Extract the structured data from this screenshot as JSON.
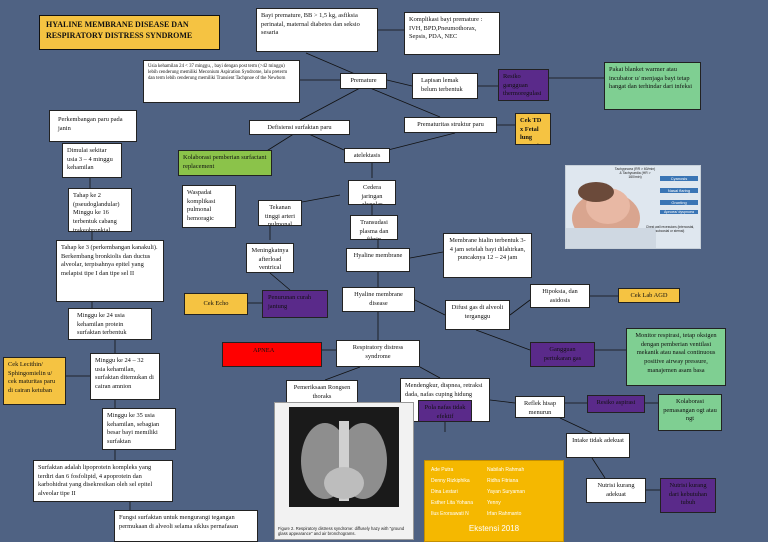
{
  "title": "HYALINE MEMBRANE DISEASE DAN RESPIRATORY DISTRESS SYNDROME",
  "nodes": {
    "bayi_premature": "Bayi premature, BB > 1,5 kg, asfiksia perinatal, maternal diabetes dan seksio sesaria",
    "komplikasi": "Komplikasi bayi premature : IVH, BPD,Pneumothorax, Sepsis, PDA, NEC",
    "usia_kehamilan": "Usia kehamilan 24 < 37 minggu, , bayi dengan post term (>42 minggu) lebih cenderung memiliki Meconium Aspiration Syndrome, lalu preterm dan term lebih cenderung memiliki Transient Tachpnoe of the Newborn",
    "premature": "Premature",
    "lapisan_lemak": "Lapisan lemak belum terbentuk",
    "resiko_termoregulasi": "Resiko gangguan thermoregulasi",
    "pakai_blanket": "Pakai blanket warmer atau incubator u/ menjaga bayi tetap hangat dan terhindar dari infeksi",
    "perkembangan": "Perkembangan paru pada janin",
    "defisiensi": "Defisiensi surfaktan paru",
    "prematuritas": "Prematuritas struktur paru",
    "cek_td": "Cek TD x Fetal lung maturity",
    "dimulai": "Dimulai sekitar usia 3 – 4 minggu kehamilan",
    "kolaborasi_surfaktan": "Kolaborasi pemberian surfactant replacement",
    "atelektasis": "atelektasis",
    "tahap2": "Tahap ke 2 (pseudoglandular) Minggu ke 16 terbentuk cabang trakeobronkial",
    "waspadai": "Waspadai komplikasi pulmonal hemoragic",
    "cedera": "Cedera jaringan alveolar",
    "tekanan": "Tekanan tinggi arteri pulmonal",
    "tahap3": "Tahap ke 3 (perkembangan kanakuli). Berkembang bronkiolis dan ductus alveolar, terpisahnya epitel yang melapisi tipe I dan tipe sel II",
    "transudasi": "Transudasi plasma dan fibrin",
    "meningkatnya": "Meningkatnya afterload ventrical",
    "hyaline_membrane": "Hyaline membrane",
    "membrane_hialin": "Membrane hialin terbentuk 3- 4 jam setelah bayi dilahirkan, puncaknya 12 – 24 jam",
    "cek_echo": "Cek Echo",
    "penurunan": "Penurunan curah jantung",
    "hyaline_disease": "Hyaline membrane disease",
    "hipoksia": "Hipoksia, dan asidosis",
    "cek_lab": "Cek Lab AGD",
    "minggu24": "Minggu ke 24 usia kehamilan protein surfaktan terbentuk",
    "difusi": "Difusi gas di alveoli terganggu",
    "apnea": "APNEA",
    "rds": "Respiratory distress syndrome",
    "gangguan_gas": "Gangguan pertukaran gas",
    "monitor": "Monitor respirasi, tetap oksigen dengan pemberian ventilasi mekanik atau nasal continuous positive airway pressure, manajemen asam basa",
    "cek_lecithin": "Cek Lecithin/ Sphingomielin u/ cek maturitas paru di cairan ketuban",
    "minggu24_32": "Minggu ke 24 – 32 usia kehamilan, surfaktan ditemukan di cairan amnion",
    "pemeriksaan": "Pemeriksaan Rongsen thoraks",
    "mendengkur": "Mendengkur, dispnea, retraksi dada, nafas cuping hidung",
    "refleks": "Reflek hisap menurun",
    "resiko_aspirasi": "Resiko aspirasi",
    "kolaborasi_ngt": "Kolaborasi pemasangan ogt atau ngt",
    "pola_nafas": "Pola nafas tidak efektif",
    "minggu35": "Minggu ke 35 usia kehamilan, sebagian besar bayi memiliki surfaktan",
    "intake": "Intake tidak adekuat",
    "surfaktan_lipo": "Surfaktan adalah lipoprotein kompleks yang terdiri dan 6 fosfolipid, 4 apoprotein dan karbohidrat yang disekresikan oleh sel epitel alveolar tipe II",
    "nutrisi": "Nutrisi kurang adekuat",
    "nutrisi_kurang": "Nutrisi kurang dari kebutuhan tubuh",
    "fungsi": "Fungsi surfaktan untuk mengurangi tegangan permukaan di alveoli selama siklus pernafasan"
  },
  "photo_labels": {
    "a": "Tachypnoea (RR > 60/min) & Tachycardia (HR > 160/min)",
    "b": "Cyanosis",
    "c": "Nasal flaring",
    "d": "Grunting",
    "e": "Apnoea/ dyspnoea",
    "f": "Chest wall recessions (intercostal, subcostal or sternal)"
  },
  "xray_caption": "Figure 2. Respiratory distress syndrome: diffusely hazy with \"ground glass appearance\" and air bronchograms.",
  "authors": [
    "Ade Putra",
    "Denny Rizkiphika",
    "Dina Lestari",
    "Esther Lita Yohana",
    "Ilus Erorsawati N",
    "Nabilah Rahmah",
    "Ridha Fitriana",
    "Yayan Suryaman",
    "Yenny",
    "Irfan Rahmanto"
  ],
  "footer": "Ekstensi 2018",
  "colors": {
    "background": "#4f6283",
    "green": "#8bc34a",
    "yellow": "#f5c342",
    "purple": "#5a2a8a",
    "red": "#ff0000",
    "teal": "#7fcf92"
  }
}
